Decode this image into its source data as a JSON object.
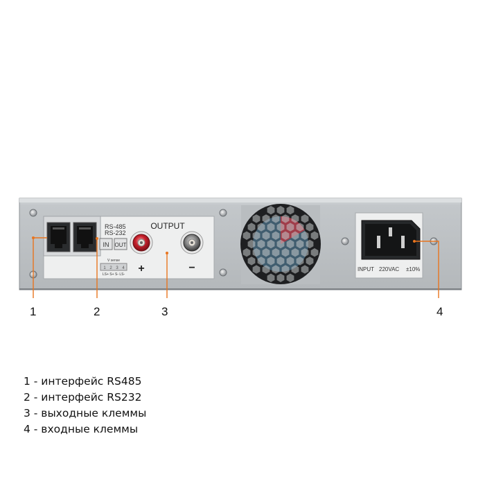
{
  "device": {
    "comm_labels": [
      "RS-485",
      "RS-232"
    ],
    "in_label": "IN",
    "out_label": "OUT",
    "vsense_label": "V sense",
    "terminal_block_numbers": [
      "1",
      "2",
      "3",
      "4"
    ],
    "terminal_block_signals": "LS+ S+ S- LS-",
    "output_label": "OUTPUT",
    "plus_sign": "+",
    "minus_sign": "−",
    "input_label": "INPUT",
    "voltage_label": "220VAC",
    "tolerance_label": "±10%"
  },
  "callouts": [
    "1",
    "2",
    "3",
    "4"
  ],
  "legend": [
    "1 - интерфейс RS485",
    "2 - интерфейс RS232",
    "3 - выходные клеммы",
    "4 - входные клеммы"
  ],
  "colors": {
    "chassis": "#b9bdc0",
    "panel": "#c4c8cb",
    "plate": "#eeefef",
    "callout_line": "#e8741e",
    "fan_accent": "#c9313a"
  }
}
